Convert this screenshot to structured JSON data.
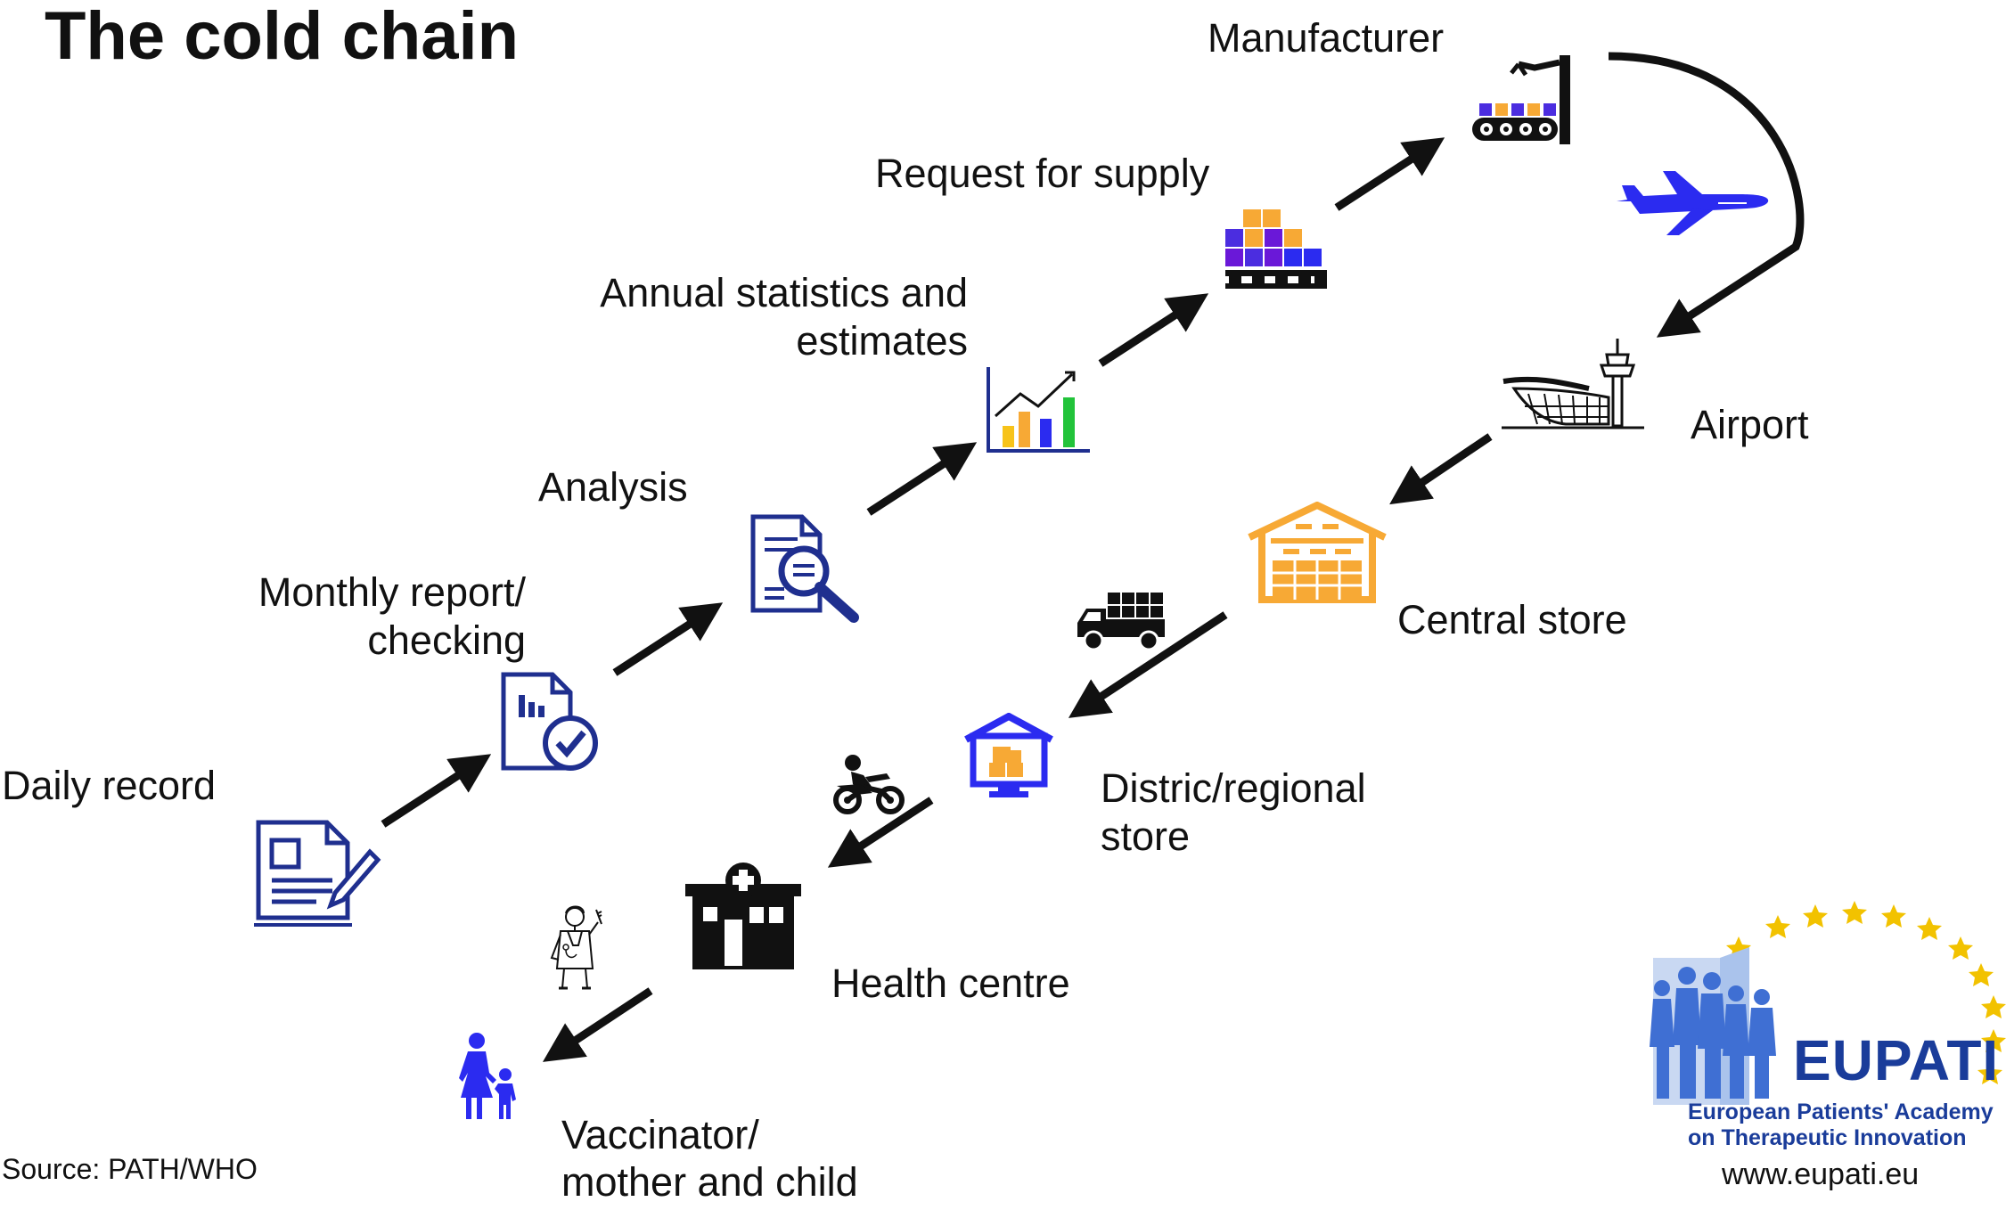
{
  "title": "The cold chain",
  "source": "Source: PATH/WHO",
  "steps": {
    "daily_record": "Daily record",
    "monthly_line1": "Monthly report/",
    "monthly_line2": "checking",
    "analysis": "Analysis",
    "annual_line1": "Annual statistics and",
    "annual_line2": "estimates",
    "request": "Request for supply",
    "manufacturer": "Manufacturer",
    "airport": "Airport",
    "central_store": "Central store",
    "district_line1": "Distric/regional",
    "district_line2": "store",
    "health_centre": "Health centre",
    "vaccinator_line1": "Vaccinator/",
    "vaccinator_line2": "mother and child"
  },
  "logo": {
    "name": "EUPATI",
    "line1": "European Patients' Academy",
    "line2": "on Therapeutic Innovation",
    "url": "www.eupati.eu"
  },
  "icons": [
    "document-pen-icon",
    "report-check-icon",
    "document-search-icon",
    "bar-chart-icon",
    "boxes-pallet-icon",
    "factory-robot-icon",
    "airplane-icon",
    "airport-terminal-icon",
    "warehouse-icon",
    "truck-icon",
    "regional-store-icon",
    "motorbike-icon",
    "health-centre-icon",
    "nurse-icon",
    "mother-child-icon"
  ],
  "colors": {
    "navy": "#1f2f8f",
    "blue": "#2b2bf0",
    "orange": "#f7a935",
    "purple": "#6a18d8",
    "black": "#111111",
    "eupati_blue": "#1a3c9a",
    "star_yellow": "#f2c200"
  }
}
